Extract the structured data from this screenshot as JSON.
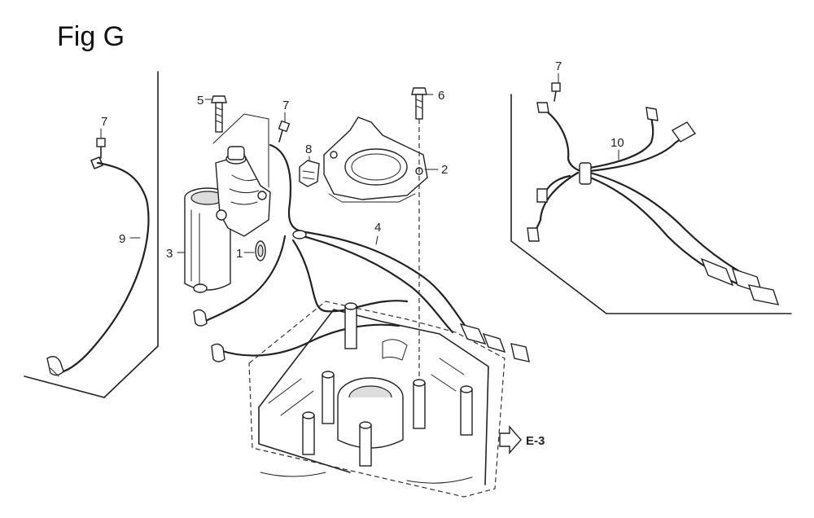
{
  "figure": {
    "title": "Fig G"
  },
  "callouts": [
    "1",
    "2",
    "3",
    "4",
    "5",
    "6",
    "7",
    "7",
    "7",
    "8",
    "9",
    "10"
  ],
  "reference": {
    "label": "E-3"
  }
}
